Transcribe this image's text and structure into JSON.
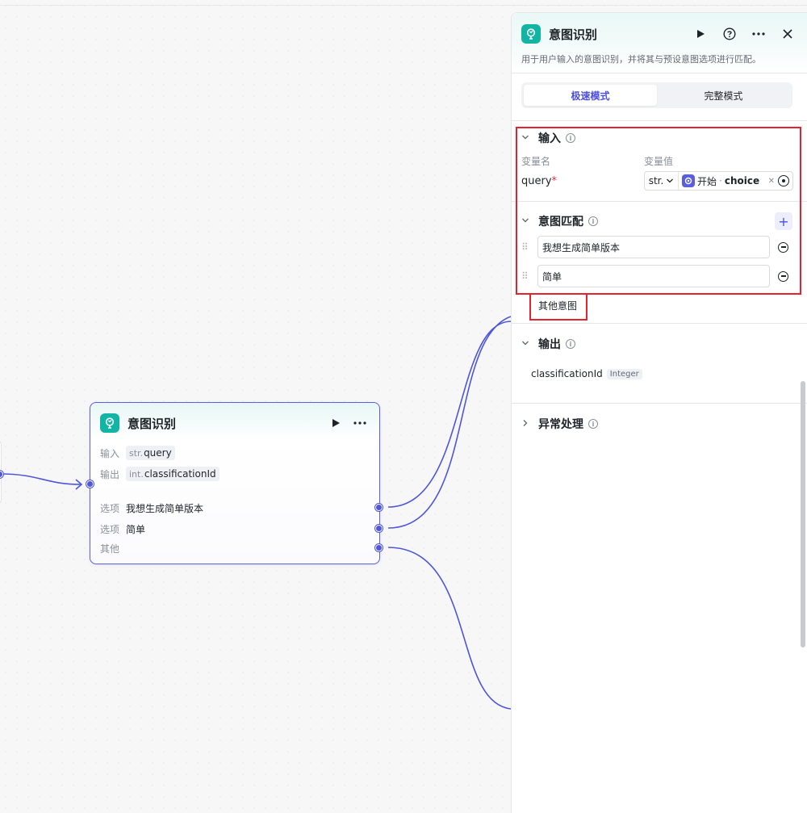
{
  "node": {
    "title": "意图识别",
    "input_label": "输入",
    "input_type": "str.",
    "input_value": "query",
    "output_label": "输出",
    "output_type": "int.",
    "output_value": "classificationId",
    "options": [
      {
        "label": "选项",
        "value": "我想生成简单版本"
      },
      {
        "label": "选项",
        "value": "简单"
      }
    ],
    "other_label": "其他"
  },
  "panel": {
    "title": "意图识别",
    "description": "用于用户输入的意图识别，并将其与预设意图选项进行匹配。",
    "modes": [
      "极速模式",
      "完整模式"
    ],
    "active_mode": "极速模式",
    "input_section": {
      "title": "输入",
      "col_name": "变量名",
      "col_value": "变量值",
      "var_name": "query",
      "required_mark": "*",
      "var_type": "str.",
      "ref_source": "开始",
      "ref_sep": "·",
      "ref_field": "choice"
    },
    "intent_section": {
      "title": "意图匹配",
      "items": [
        "我想生成简单版本",
        "简单"
      ],
      "other": "其他意图"
    },
    "output_section": {
      "title": "输出",
      "var_name": "classificationId",
      "var_type": "Integer"
    },
    "error_section": {
      "title": "异常处理"
    }
  },
  "colors": {
    "accent": "#4f56d9",
    "brand_icon": "#12b5a3",
    "highlight": "#e5222e"
  }
}
